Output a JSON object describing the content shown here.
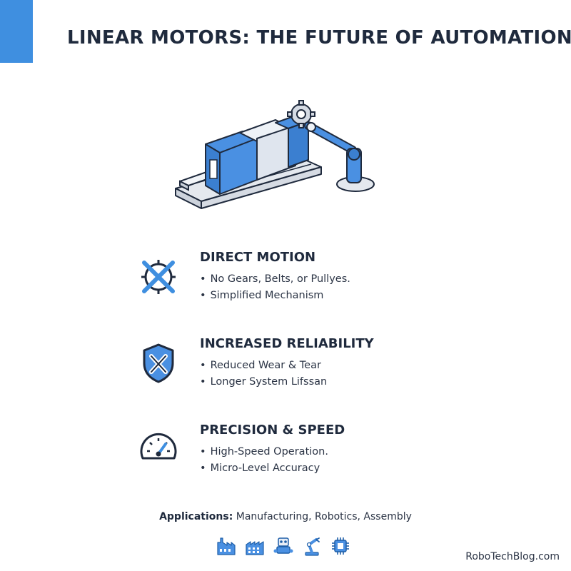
{
  "header": {
    "title": "LINEAR MOTORS: THE FUTURE OF AUTOMATION"
  },
  "colors": {
    "accent": "#3f8fe0",
    "dark": "#1f2a3d"
  },
  "features": [
    {
      "heading": "DIRECT MOTION",
      "icon": "crossed-gear-icon",
      "bullets": [
        "No Gears, Belts, or Pullyes.",
        "Simplified Mechanism"
      ]
    },
    {
      "heading": "INCREASED RELIABILITY",
      "icon": "shield-wrench-icon",
      "bullets": [
        "Reduced Wear & Tear",
        "Longer System Lifssan"
      ]
    },
    {
      "heading": "PRECISION & SPEED",
      "icon": "speedometer-icon",
      "bullets": [
        "High-Speed Operation.",
        "Micro-Level Accuracy"
      ]
    }
  ],
  "applications": {
    "label": "Applications:",
    "items": " Manufacturing, Robotics, Assembly",
    "icons": [
      "factory-icon",
      "factory-building-icon",
      "robot-icon",
      "robot-arm-icon",
      "chip-icon"
    ]
  },
  "footer": {
    "site": "RoboTechBlog.com"
  }
}
